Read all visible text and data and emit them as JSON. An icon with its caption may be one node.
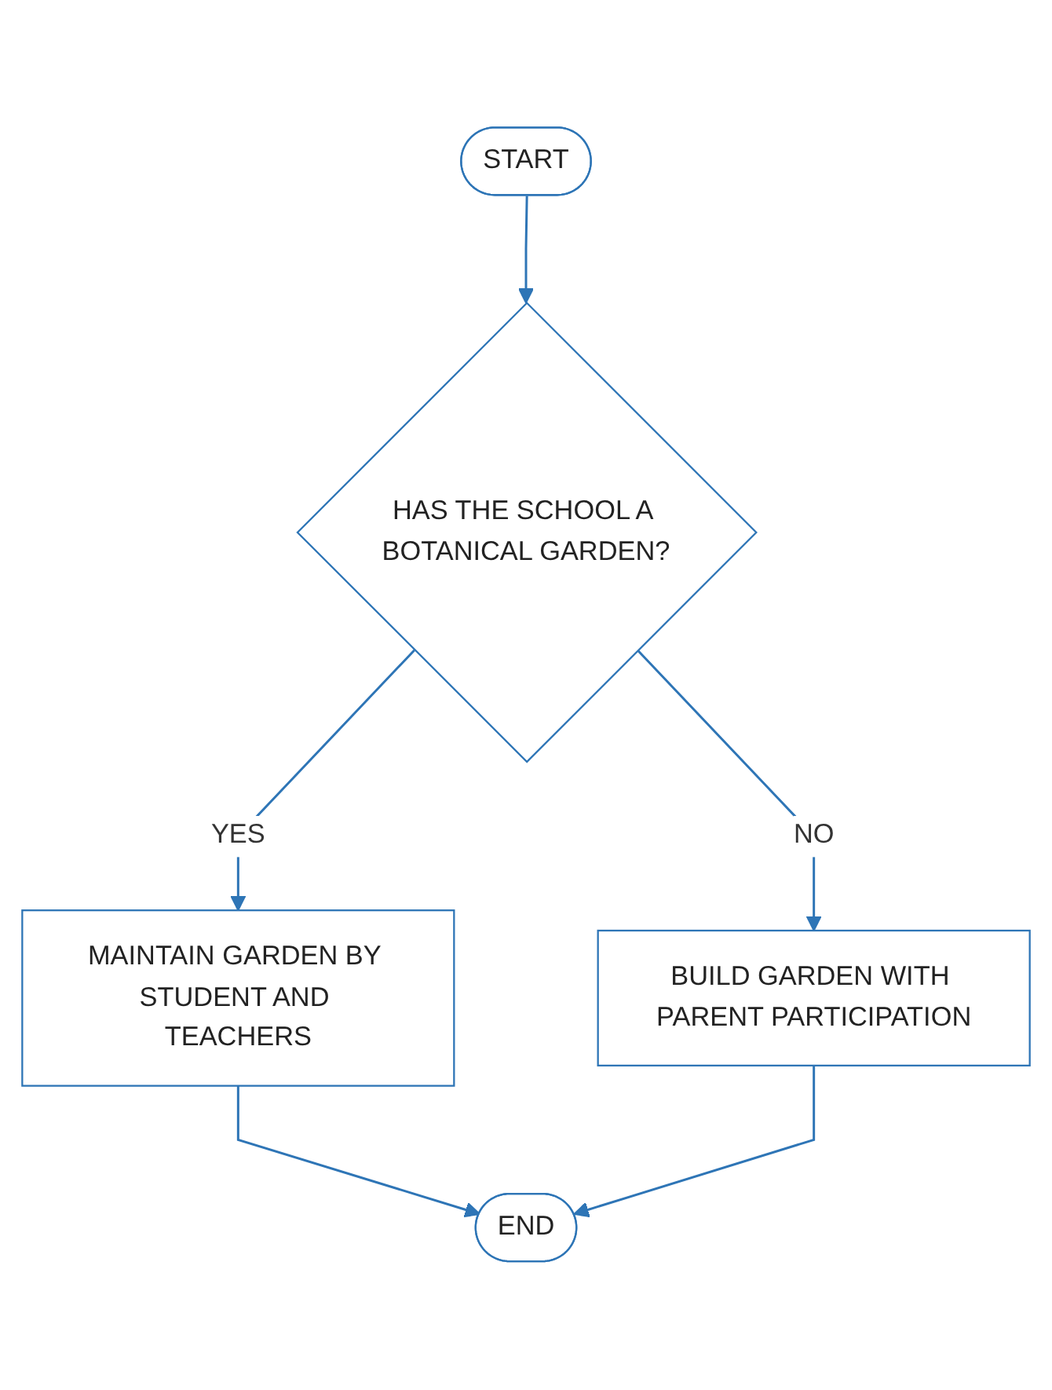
{
  "diagram": {
    "nodes": [
      {
        "text": [
          "START"
        ]
      },
      {
        "text": [
          "HAS THE SCHOOL A BOTANICAL GARDEN?"
        ]
      },
      {
        "text": [
          "MAINTAIN GARDEN BY STUDENT AND TEACHERS"
        ]
      },
      {
        "text": [
          "BUILD GARDEN WITH PARENT PARTICIPATION"
        ]
      },
      {
        "text": [
          "END"
        ]
      }
    ],
    "edges": [
      {
        "from": 0,
        "to": 1,
        "arrow": "to"
      },
      {
        "from": 1,
        "to": 2,
        "arrow": "to",
        "label": "YES"
      },
      {
        "from": 1,
        "to": 3,
        "arrow": "to",
        "label": "NO"
      },
      {
        "from": 2,
        "to": 4,
        "arrow": "to"
      },
      {
        "from": 3,
        "to": 4,
        "arrow": "to"
      }
    ]
  }
}
